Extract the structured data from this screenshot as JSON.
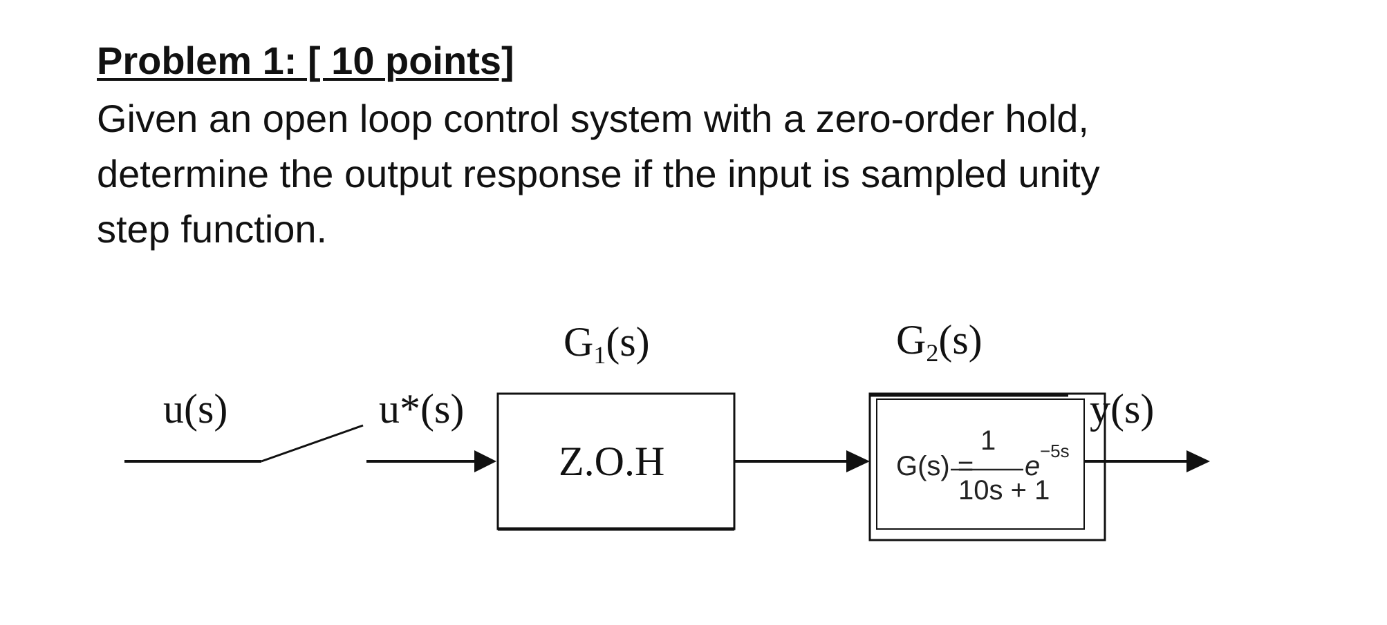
{
  "problem": {
    "title": "Problem 1: [ 10 points]",
    "lines": [
      "Given an open loop control system with a zero-order hold,",
      "determine the output response if the input is sampled unity",
      "step function."
    ]
  },
  "diagram": {
    "input_label": "u(s)",
    "sampled_label": "u*(s)",
    "g1_name": "G",
    "g1_sub": "1",
    "g1_arg": "(s)",
    "g2_name": "G",
    "g2_sub": "2",
    "g2_arg": "(s)",
    "zoh_label": "Z.O.H",
    "output_label": "y(s)",
    "tf": {
      "lhs": "G(s) =",
      "numerator": "1",
      "denominator": "10s + 1",
      "exp_base": "e",
      "exp_power": "−5s"
    }
  }
}
